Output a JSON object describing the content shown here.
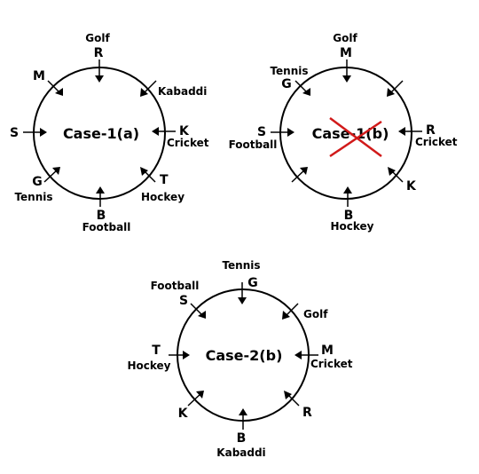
{
  "diagrams": [
    {
      "id": "case-1a",
      "title": "Case-1(a)",
      "crossed_out": false,
      "seats": [
        {
          "pos": "top",
          "letter": "R",
          "sport": "Golf"
        },
        {
          "pos": "top-right",
          "letter": "",
          "sport": "Kabaddi"
        },
        {
          "pos": "right",
          "letter": "K",
          "sport": "Cricket"
        },
        {
          "pos": "bottom-right",
          "letter": "T",
          "sport": "Hockey"
        },
        {
          "pos": "bottom",
          "letter": "B",
          "sport": "Football"
        },
        {
          "pos": "bottom-left",
          "letter": "G",
          "sport": "Tennis"
        },
        {
          "pos": "left",
          "letter": "S",
          "sport": ""
        },
        {
          "pos": "top-left",
          "letter": "M",
          "sport": ""
        }
      ]
    },
    {
      "id": "case-1b",
      "title": "Case-1(b)",
      "crossed_out": true,
      "seats": [
        {
          "pos": "top",
          "letter": "M",
          "sport": "Golf"
        },
        {
          "pos": "top-right",
          "letter": "",
          "sport": ""
        },
        {
          "pos": "right",
          "letter": "R",
          "sport": "Cricket"
        },
        {
          "pos": "bottom-right",
          "letter": "K",
          "sport": ""
        },
        {
          "pos": "bottom",
          "letter": "B",
          "sport": "Hockey"
        },
        {
          "pos": "bottom-left",
          "letter": "",
          "sport": ""
        },
        {
          "pos": "left",
          "letter": "S",
          "sport": "Football"
        },
        {
          "pos": "top-left",
          "letter": "G",
          "sport": "Tennis"
        }
      ]
    },
    {
      "id": "case-2b",
      "title": "Case-2(b)",
      "crossed_out": false,
      "seats": [
        {
          "pos": "top",
          "letter": "G",
          "sport": "Tennis"
        },
        {
          "pos": "top-right",
          "letter": "",
          "sport": "Golf"
        },
        {
          "pos": "right",
          "letter": "M",
          "sport": "Cricket"
        },
        {
          "pos": "bottom-right",
          "letter": "R",
          "sport": ""
        },
        {
          "pos": "bottom",
          "letter": "B",
          "sport": "Kabaddi"
        },
        {
          "pos": "bottom-left",
          "letter": "K",
          "sport": ""
        },
        {
          "pos": "left",
          "letter": "T",
          "sport": "Hockey"
        },
        {
          "pos": "top-left",
          "letter": "S",
          "sport": "Football"
        }
      ]
    }
  ],
  "colors": {
    "ink": "#000000",
    "strike": "#d11a1a"
  }
}
